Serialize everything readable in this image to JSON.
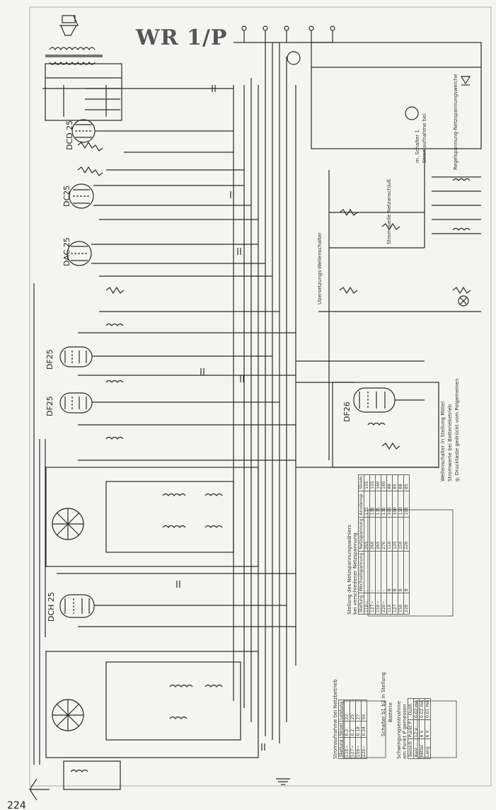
{
  "title": "WR 1/P",
  "page_number": "224",
  "tubes": {
    "dcd25": "DCD 25",
    "dc25": "DC25",
    "dac25": "DAC 25",
    "df25_a": "DF25",
    "df25_b": "DF25",
    "df26": "DF26",
    "dch25": "DCH 25"
  },
  "labels": {
    "dial_switch": "Ubersetzungs-Wellenschalter",
    "wave_switch_note_1": "Wellenschalter in Stellung Mittel",
    "wave_switch_note_2": "Stromwerte bei Batteriebetrieb",
    "wave_switch_note_3": "g. Drucktaste gedrückt vom Polgemeinen",
    "anode_voltage": "Stromquelle Netzanschluß",
    "sep_label": "Regelspannung-Netzspannungsweiche",
    "current_note_1": "m. Schalter 1",
    "current_note_2": "Stromaufnahme bei",
    "schalter_heading": "Schalter b1 b2 in Stellung",
    "schalter_heading_2": "Batterie",
    "schalter_table_title": "Schwingungsentnahme",
    "schalter_table_sub": "am Punkt P gemessen"
  },
  "table_voltage": {
    "title": "Stellung des Netzspannungswählers",
    "subtitle": "bei verschiedener Netzspannung",
    "headers": [
      "Stellung",
      "Wechselspannung",
      "Netzspannung",
      "Anodensp.",
      "Strom"
    ],
    "rows": [
      [
        "110~",
        "-",
        "255",
        "135",
        "155"
      ],
      [
        "127~",
        "-",
        "260",
        "135",
        "155"
      ],
      [
        "150~",
        "-",
        "265",
        "135",
        "160"
      ],
      [
        "220~",
        "-",
        "270",
        "135",
        "160"
      ],
      [
        "110",
        "B",
        "110",
        "105",
        "88"
      ],
      [
        "127",
        "B",
        "125",
        "100",
        "85"
      ],
      [
        "150",
        "B",
        "150",
        "110",
        "88"
      ],
      [
        "220",
        "B",
        "220",
        "105",
        "85"
      ]
    ]
  },
  "table_stromaufnahme": {
    "title": "Stromaufnahme bei Netzbetrieb",
    "headers": [
      "Stellung",
      "Strom",
      "Leistung"
    ],
    "rows": [
      [
        "110~",
        "0.2",
        "22"
      ],
      [
        "127~",
        "0.2",
        "25"
      ],
      [
        "150~",
        "0.18",
        "27"
      ],
      [
        "220~",
        "0.24",
        "50"
      ]
    ]
  },
  "table_schwingung": {
    "headers": [
      "Bereich",
      "Punkt P",
      "Oszill."
    ],
    "rows": [
      [
        "Kurz",
        "12 V",
        "0.02 mA"
      ],
      [
        "Mittel",
        "8 V",
        "0.02 mA"
      ],
      [
        "Lang",
        "6 V",
        "0.01 mA"
      ]
    ]
  },
  "colors": {
    "ink": "#2a2a2a",
    "paper": "#f4f4f2",
    "title": "#555555"
  },
  "icons": {
    "speaker": "speaker-icon",
    "antenna": "antenna-icon",
    "ground": "ground-icon",
    "pilot_lamp": "pilot-lamp-icon"
  }
}
